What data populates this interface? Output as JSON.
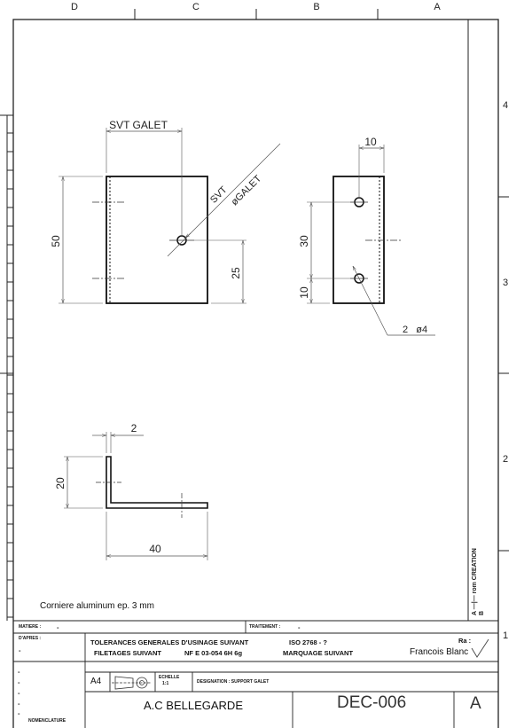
{
  "frame": {
    "columns": [
      "D",
      "C",
      "B",
      "A"
    ],
    "rows": [
      "4",
      "3",
      "2",
      "1"
    ]
  },
  "dimensions": {
    "svt_galet": "SVT GALET",
    "svt": "SVT",
    "dia_galet": "øGALET",
    "height_50": "50",
    "hole_25": "25",
    "width_10": "10",
    "spacing_30": "30",
    "edge_10": "10",
    "holes": "2   ø4",
    "thickness_2": "2",
    "flange_20": "20",
    "length_40": "40"
  },
  "note": "Corniere aluminum ep. 3 mm",
  "revision": "A —|— rom CREATION\nB",
  "revision_lines": [
    "A  —|—  rom CREATION",
    "B"
  ],
  "title_block": {
    "matiere_label": "MATIERE :",
    "matiere_value": "-",
    "traitement_label": "TRAITEMENT :",
    "traitement_value": "-",
    "dapres_label": "D'APRES :",
    "dapres_value": "-",
    "tolerances": "TOLERANCES GENERALES D'USINAGE SUIVANT",
    "iso": "ISO 2768 - ?",
    "filetages": "FILETAGES SUIVANT",
    "nfe": "NF E 03-054 6H 6g",
    "marquage": "MARQUAGE SUIVANT",
    "ra_label": "Ra :",
    "author": "Francois Blanc",
    "format": "A4",
    "echelle_label": "ECHELLE",
    "echelle_value": "1:1",
    "designation": "DESIGNATION : SUPPORT GALET",
    "nomenclature": "NOMENCLATURE",
    "nom_dashes": [
      "-",
      "-",
      "-",
      "-",
      "-"
    ],
    "company": "A.C BELLEGARDE",
    "drawing_number": "DEC-006",
    "revision_letter": "A"
  }
}
